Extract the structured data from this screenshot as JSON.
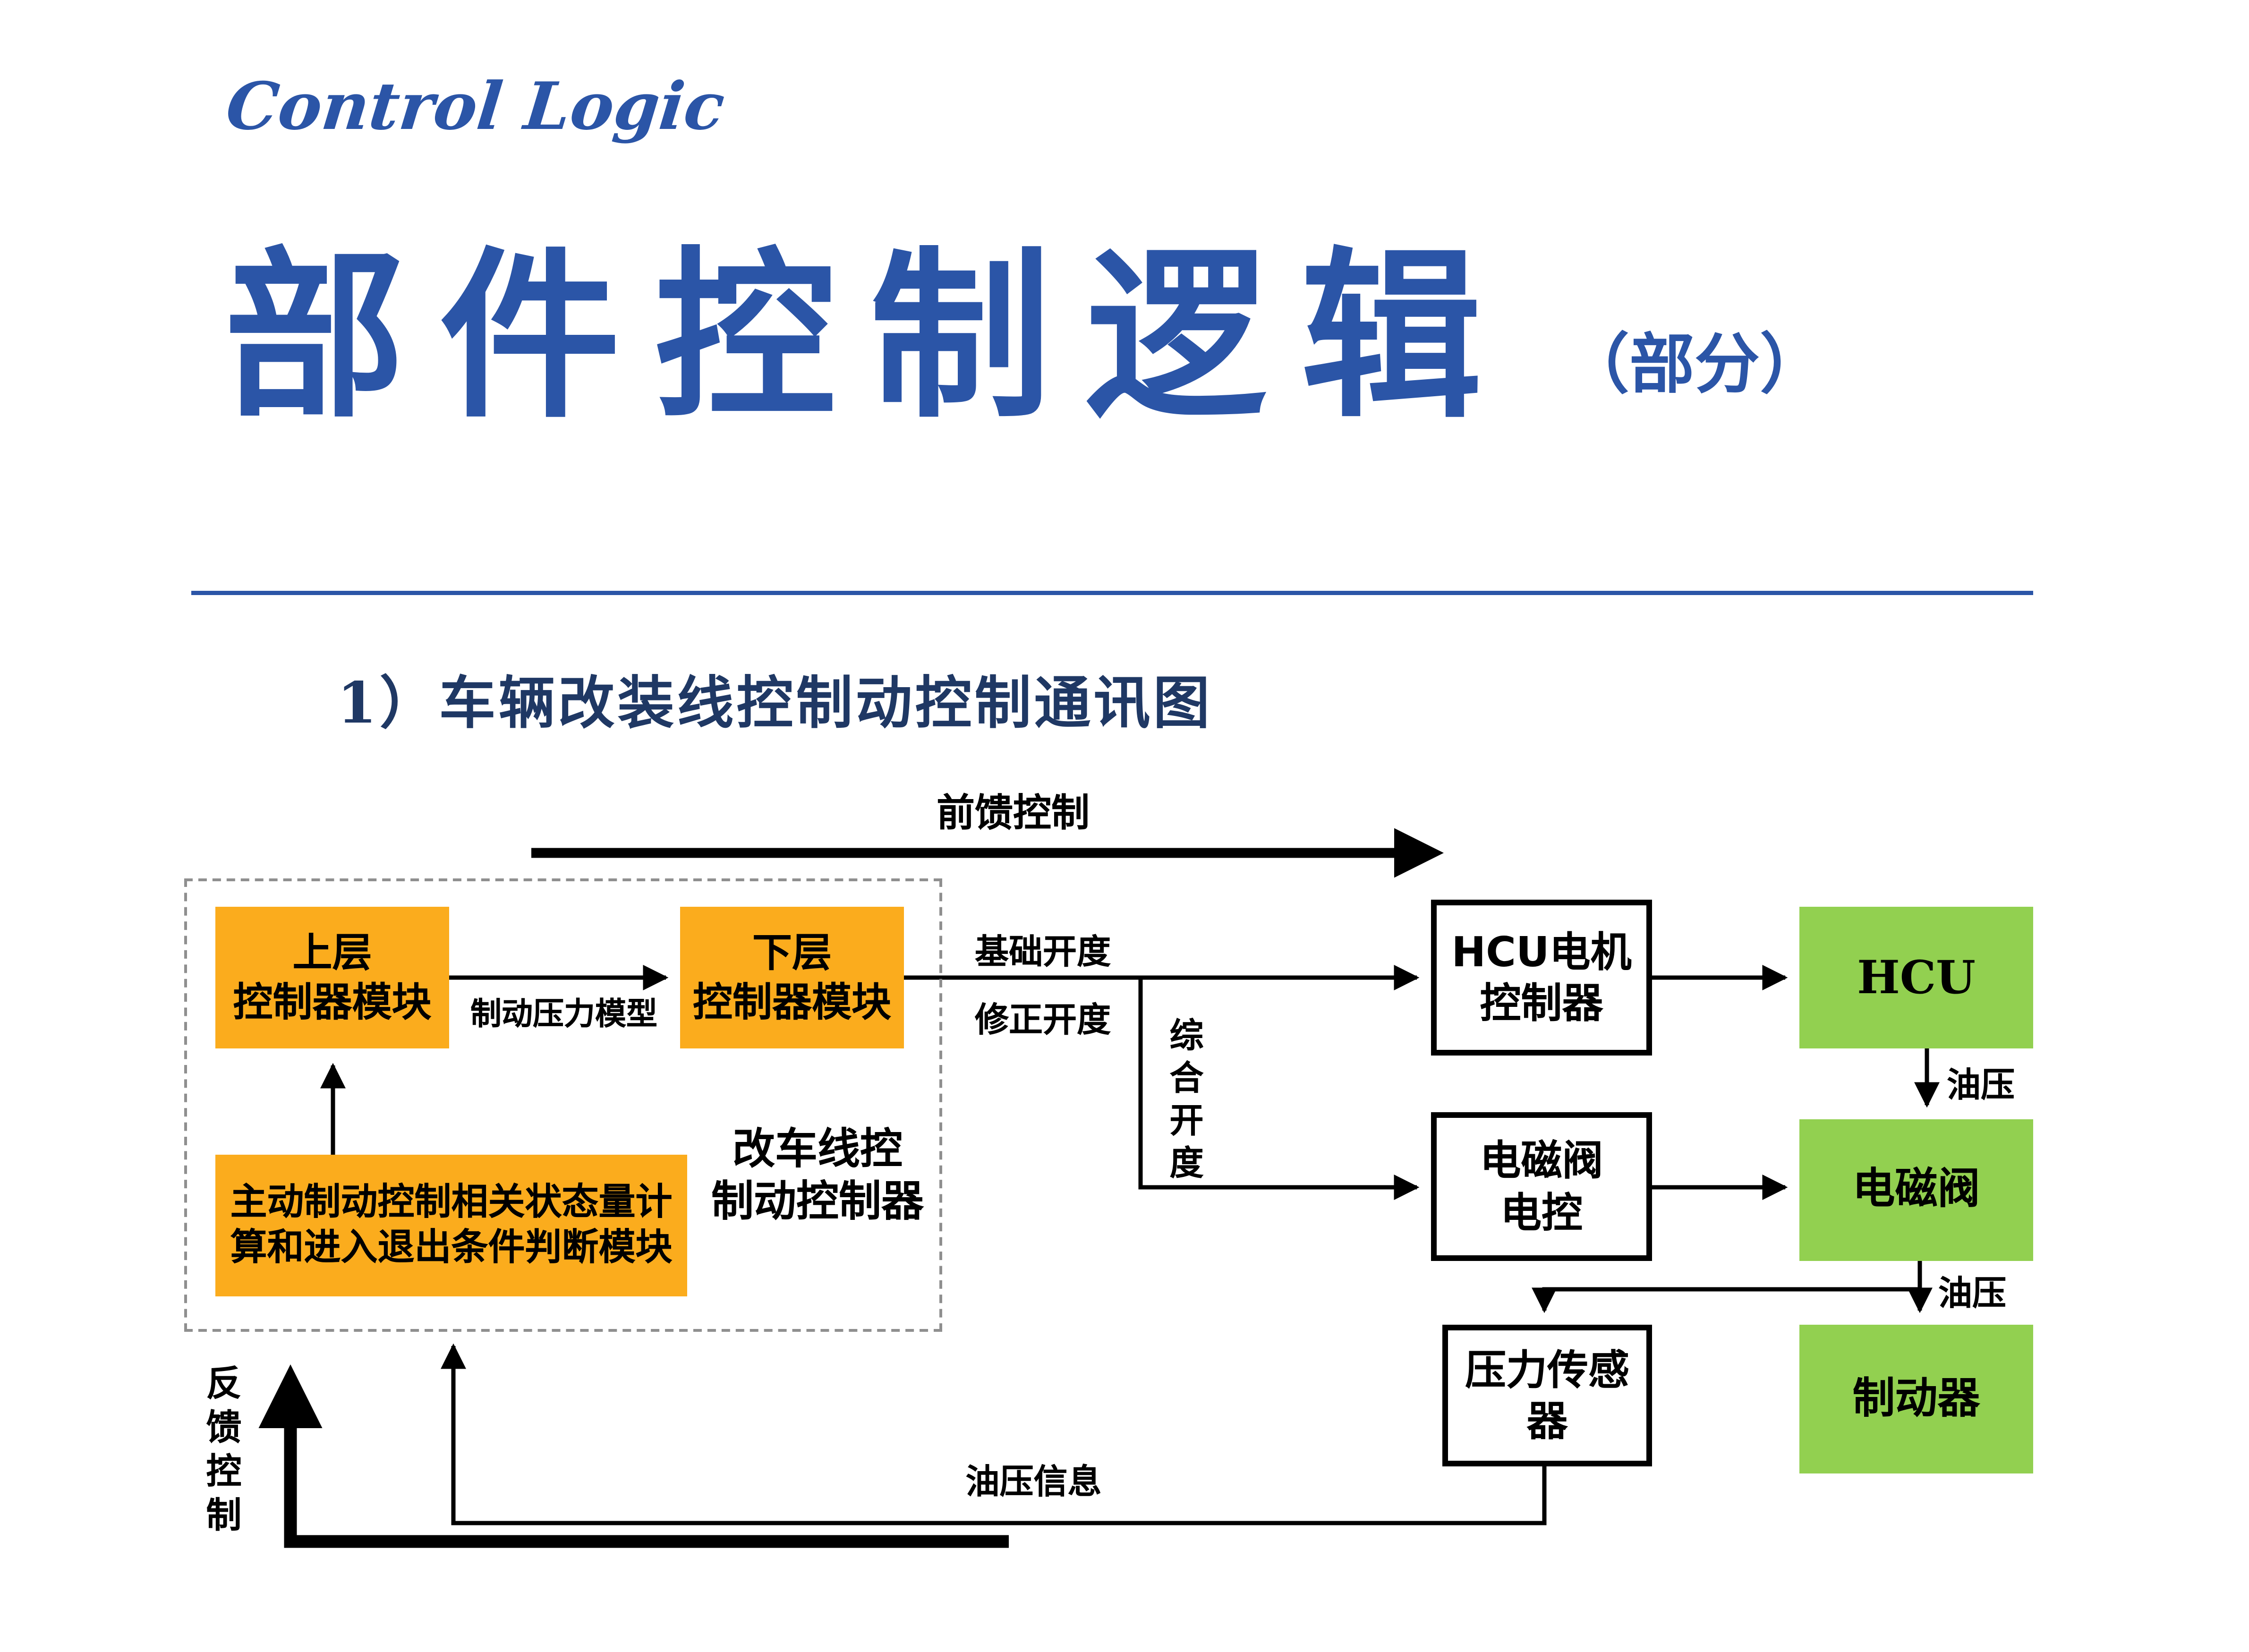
{
  "page": {
    "script_title": "Control Logic",
    "title": "部件控制逻辑",
    "title_suffix": "（部分）",
    "section_heading": "1）车辆改装线控制动控制通讯图"
  },
  "diagram": {
    "boxes": {
      "upper_controller": {
        "line1": "上层",
        "line2": "控制器模块"
      },
      "lower_controller": {
        "line1": "下层",
        "line2": "控制器模块"
      },
      "state_module": {
        "line1": "主动制动控制相关状态量计",
        "line2": "算和进入退出条件判断模块"
      },
      "brake_by_wire_controller": {
        "line1": "改车线控",
        "line2": "制动控制器"
      },
      "hcu_motor_controller": {
        "line1": "HCU电机",
        "line2": "控制器"
      },
      "hcu": {
        "label": "HCU"
      },
      "solenoid_valve_control": {
        "line1": "电磁阀",
        "line2": "电控"
      },
      "solenoid_valve": {
        "label": "电磁阀"
      },
      "pressure_sensor": {
        "line1": "压力传感",
        "line2": "器"
      },
      "brake": {
        "label": "制动器"
      }
    },
    "labels": {
      "feedforward": "前馈控制",
      "brake_pressure_model": "制动压力模型",
      "base_opening": "基础开度",
      "corrected_opening": "修正开度",
      "combined_opening": "综合开度",
      "oil_pressure_hcu": "油压",
      "oil_pressure_valve": "油压",
      "oil_pressure_info": "油压信息",
      "feedback": "反馈控制"
    },
    "colors": {
      "title_blue": "#2B55A7",
      "heading_navy": "#1F3864",
      "module_orange": "#FBAC1D",
      "component_green": "#92D050"
    }
  }
}
